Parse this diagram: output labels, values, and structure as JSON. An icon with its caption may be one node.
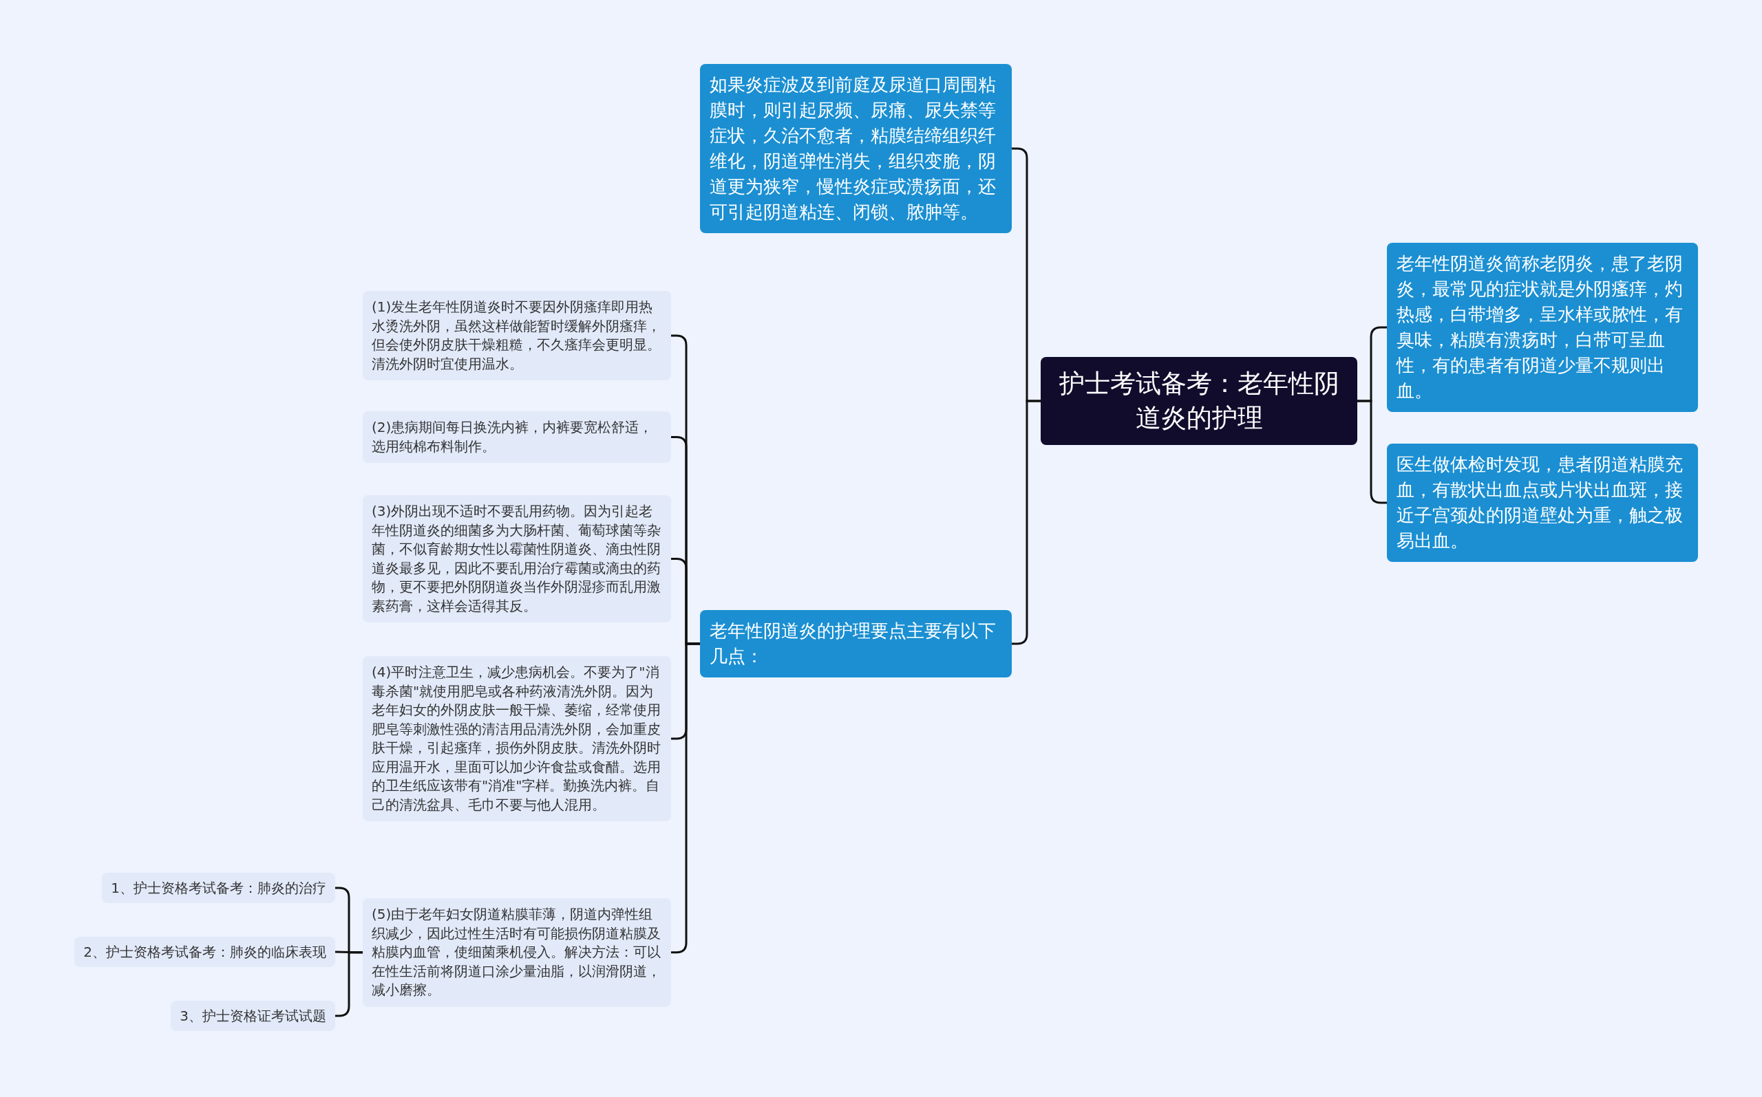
{
  "diagram": {
    "nodes": [
      {
        "text": [
          "护士考试备考：老年性阴道炎的护理"
        ]
      },
      {
        "text": [
          "如果炎症波及到前庭及尿道口周围粘膜时，则引起尿频、尿痛、尿失禁等症状，久治不愈者，粘膜结缔组织纤维化，阴道弹性消失，组织变脆，阴道更为狭窄，慢性炎症或溃疡面，还可引起阴道粘连、闭锁、脓肿等。"
        ]
      },
      {
        "text": [
          "老年性阴道炎简称老阴炎，患了老阴炎，最常见的症状就是外阴瘙痒，灼热感，白带增多，呈水样或脓性，有臭味，粘膜有溃疡时，白带可呈血性，有的患者有阴道少量不规则出血。"
        ]
      },
      {
        "text": [
          "医生做体检时发现，患者阴道粘膜充血，有散状出血点或片状出血斑，接近子宫颈处的阴道壁处为重，触之极易出血。"
        ]
      },
      {
        "text": [
          "老年性阴道炎的护理要点主要有以下几点："
        ]
      },
      {
        "text": [
          "(1)发生老年性阴道炎时不要因外阴瘙痒即用热水烫洗外阴，虽然这样做能暂时缓解外阴瘙痒，但会使外阴皮肤干燥粗糙，不久瘙痒会更明显。清洗外阴时宜使用温水。"
        ]
      },
      {
        "text": [
          "(2)患病期间每日换洗内裤，内裤要宽松舒适，选用纯棉布料制作。"
        ]
      },
      {
        "text": [
          "(3)外阴出现不适时不要乱用药物。因为引起老年性阴道炎的细菌多为大肠杆菌、葡萄球菌等杂菌，不似育龄期女性以霉菌性阴道炎、滴虫性阴道炎最多见，因此不要乱用治疗霉菌或滴虫的药物，更不要把外阴阴道炎当作外阴湿疹而乱用激素药膏，这样会适得其反。"
        ]
      },
      {
        "text": [
          "(4)平时注意卫生，减少患病机会。不要为了\"消毒杀菌\"就使用肥皂或各种药液清洗外阴。因为老年妇女的外阴皮肤一般干燥、萎缩，经常使用肥皂等刺激性强的清洁用品清洗外阴，会加重皮肤干燥，引起瘙痒，损伤外阴皮肤。清洗外阴时应用温开水，里面可以加少许食盐或食醋。选用的卫生纸应该带有\"消准\"字样。勤换洗内裤。自己的清洗盆具、毛巾不要与他人混用。"
        ]
      },
      {
        "text": [
          "(5)由于老年妇女阴道粘膜菲薄，阴道内弹性组织减少，因此过性生活时有可能损伤阴道粘膜及粘膜内血管，使细菌乘机侵入。解决方法：可以在性生活前将阴道口涂少量油脂，以润滑阴道，减小磨擦。"
        ]
      },
      {
        "text": [
          "1、护士资格考试备考：肺炎的治疗"
        ]
      },
      {
        "text": [
          "2、护士资格考试备考：肺炎的临床表现"
        ]
      },
      {
        "text": [
          "3、护士资格证考试试题"
        ]
      }
    ],
    "edges": [
      {
        "from": 0,
        "to": 1,
        "arrow": "none"
      },
      {
        "from": 0,
        "to": 4,
        "arrow": "none"
      },
      {
        "from": 0,
        "to": 2,
        "arrow": "none"
      },
      {
        "from": 0,
        "to": 3,
        "arrow": "none"
      },
      {
        "from": 4,
        "to": 5,
        "arrow": "none"
      },
      {
        "from": 4,
        "to": 6,
        "arrow": "none"
      },
      {
        "from": 4,
        "to": 7,
        "arrow": "none"
      },
      {
        "from": 4,
        "to": 8,
        "arrow": "none"
      },
      {
        "from": 4,
        "to": 9,
        "arrow": "none"
      },
      {
        "from": 9,
        "to": 10,
        "arrow": "none"
      },
      {
        "from": 9,
        "to": 11,
        "arrow": "none"
      },
      {
        "from": 9,
        "to": 12,
        "arrow": "none"
      }
    ]
  }
}
